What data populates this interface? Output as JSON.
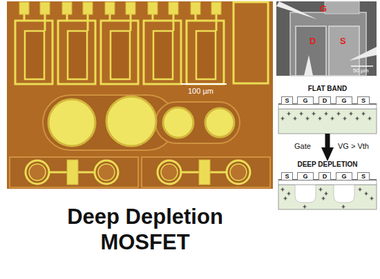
{
  "diagram": {
    "title": "Deep Depletion MOSFET",
    "nodes": [
      {
        "text": [
          "FLAT BAND"
        ]
      },
      {
        "text": [
          "S"
        ],
        "in": 0
      },
      {
        "text": [
          "G"
        ],
        "in": 0
      },
      {
        "text": [
          "D"
        ],
        "in": 0
      },
      {
        "text": [
          "G"
        ],
        "in": 0
      },
      {
        "text": [
          "S"
        ],
        "in": 0
      },
      {
        "text": [
          "DEEP DEPLETION"
        ]
      },
      {
        "text": [
          "S"
        ],
        "in": 6
      },
      {
        "text": [
          "G"
        ],
        "in": 6
      },
      {
        "text": [
          "D"
        ],
        "in": 6
      },
      {
        "text": [
          "G"
        ],
        "in": 6
      },
      {
        "text": [
          "S"
        ],
        "in": 6
      }
    ],
    "edges": [
      {
        "from": 0,
        "to": 6,
        "arrow": "to",
        "label": "Gate"
      }
    ],
    "labels": [
      "100 µm",
      "G",
      "D",
      "S",
      "50 µm",
      "VG > Vth"
    ]
  }
}
